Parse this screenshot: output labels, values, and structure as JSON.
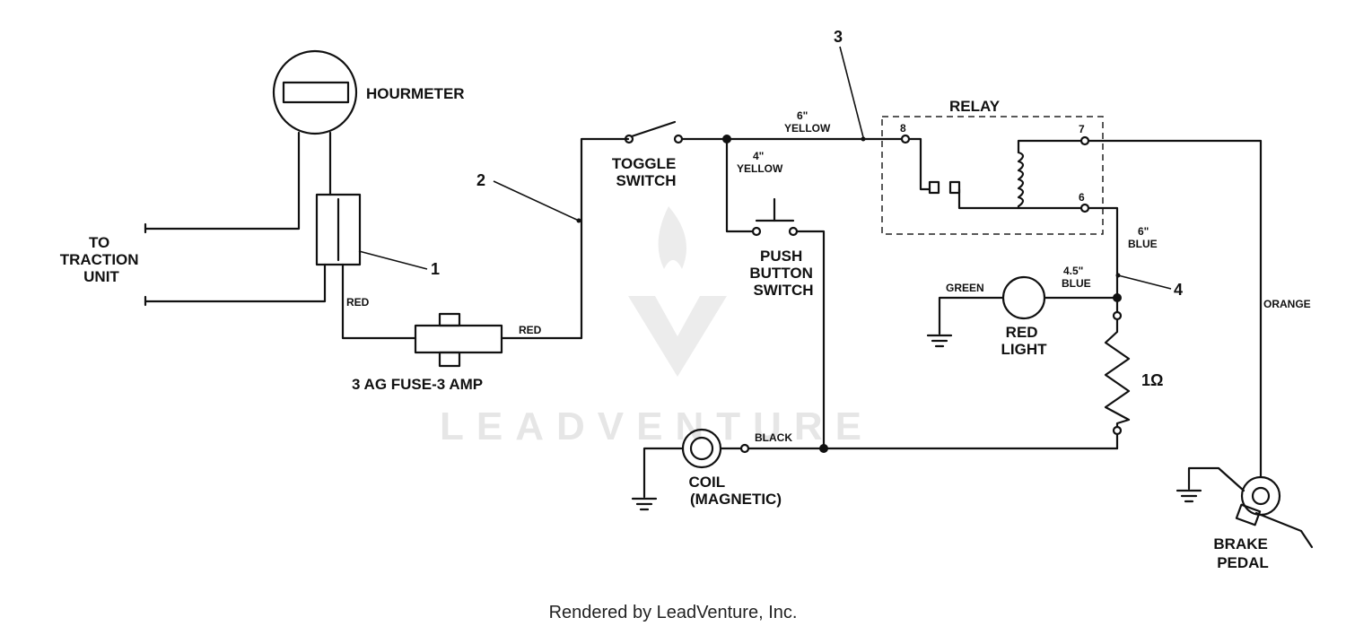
{
  "labels": {
    "hourmeter": "HOURMETER",
    "to_traction_unit": [
      "TO",
      "TRACTION",
      "UNIT"
    ],
    "wire_red_1": "RED",
    "wire_red_2": "RED",
    "fuse": "3 AG  FUSE-3 AMP",
    "toggle_switch": [
      "TOGGLE",
      "SWITCH"
    ],
    "yellow_6": [
      "6\"",
      "YELLOW"
    ],
    "yellow_4": [
      "4\"",
      "YELLOW"
    ],
    "push_button_switch": [
      "PUSH",
      "BUTTON",
      "SWITCH"
    ],
    "relay": "RELAY",
    "relay_terminal_8": "8",
    "relay_terminal_7": "7",
    "relay_terminal_6": "6",
    "blue_6": [
      "6\"",
      "BLUE"
    ],
    "blue_45": [
      "4.5\"",
      "BLUE"
    ],
    "green": "GREEN",
    "red_light": [
      "RED",
      "LIGHT"
    ],
    "resistor": "1Ω",
    "orange": "ORANGE",
    "black": "BLACK",
    "coil": [
      "COIL",
      "(MAGNETIC)"
    ],
    "brake_pedal": [
      "BRAKE",
      "PEDAL"
    ]
  },
  "callouts": [
    "1",
    "2",
    "3",
    "4"
  ],
  "watermark": "LEADVENTURE",
  "footer": "Rendered by LeadVenture, Inc."
}
